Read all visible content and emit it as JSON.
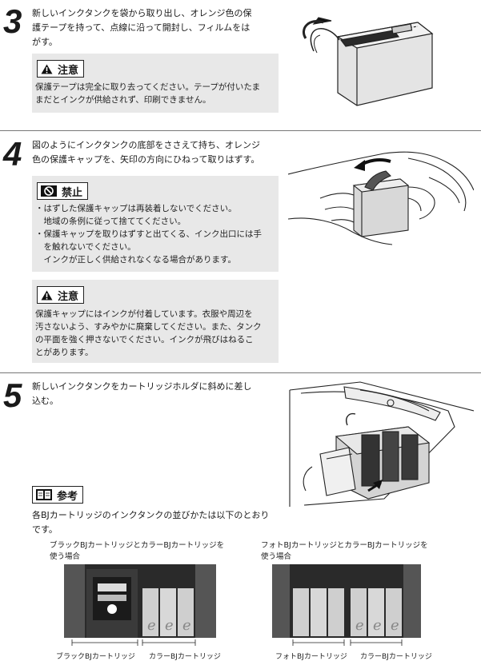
{
  "step3": {
    "number": "3",
    "lines": [
      "新しいインクタンクを袋から取り出し、オレンジ色の保",
      "護テープを持って、点線に沿って開封し、フィルムをは",
      "がす。"
    ],
    "caution": {
      "label": "注意",
      "lines": [
        "保護テープは完全に取り去ってください。テープが付いたま",
        "まだとインクが供給されず、印刷できません。"
      ]
    }
  },
  "step4": {
    "number": "4",
    "lines": [
      "図のようにインクタンクの底部をささえて持ち、オレンジ",
      "色の保護キャップを、矢印の方向にひねって取りはずす。"
    ],
    "prohibit": {
      "label": "禁止",
      "lines": [
        "・はずした保護キャップは再装着しないでください。",
        "　地域の条例に従って捨ててください。",
        "・保護キャップを取りはずすと出てくる、インク出口には手",
        "　を触れないでください。",
        "　インクが正しく供給されなくなる場合があります。"
      ]
    },
    "caution": {
      "label": "注意",
      "lines": [
        "保護キャップにはインクが付着しています。衣服や周辺を",
        "汚さないよう、すみやかに廃棄してください。また、タンク",
        "の平面を強く押さないでください。インクが飛びはねるこ",
        "とがあります。"
      ]
    }
  },
  "step5": {
    "number": "5",
    "lines": [
      "新しいインクタンクをカートリッジホルダに斜めに差し",
      "込む。"
    ],
    "reference": {
      "label": "参考",
      "lines": [
        "各BJカートリッジのインクタンクの並びかたは以下のとおり",
        "です。"
      ]
    },
    "fig_left": {
      "caption": [
        "ブラックBJカートリッジとカラーBJカートリッジを",
        "使う場合"
      ],
      "label_black": "ブラックBJカートリッジ",
      "label_color": "カラーBJカートリッジ"
    },
    "fig_right": {
      "caption": [
        "フォトBJカートリッジとカラーBJカートリッジを",
        "使う場合"
      ],
      "label_photo": "フォトBJカートリッジ",
      "label_color": "カラーBJカートリッジ"
    }
  }
}
